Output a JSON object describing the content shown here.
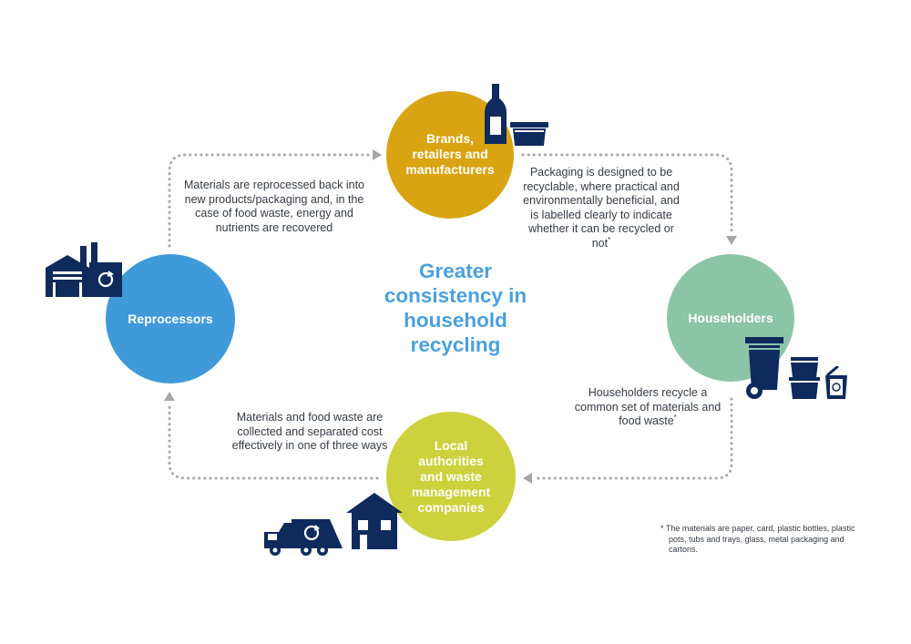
{
  "title": "Greater consistency in household recycling",
  "nodes": {
    "brands": "Brands, retailers and manufacturers",
    "householders": "Householders",
    "local": "Local authorities and waste management companies",
    "reprocessors": "Reprocessors"
  },
  "descriptions": {
    "reprocess": "Materials are reprocessed back into new products/packaging and, in the case of food waste, energy and nutrients are recovered",
    "packaging": "Packaging is designed to be recyclable, where practical and environmentally beneficial, and is labelled clearly to indicate whether it can be recycled or not",
    "householders": "Householders recycle a common set of materials and food waste",
    "collection": "Materials and food waste are collected and separated cost effectively in one of three ways"
  },
  "asterisk": "*",
  "footnote": "* The materials are paper, card, plastic bottles, plastic pots, tubs and trays, glass, metal packaging and cartons.",
  "colors": {
    "brands": "#d9a411",
    "householders": "#8cc4a7",
    "local": "#cdd13c",
    "reprocessors": "#409ad9",
    "title": "#4aa0dc",
    "icons": "#0f2a5c",
    "arrows": "#a6a6a6"
  },
  "icons": [
    "bottle-icon",
    "tub-icon",
    "wheelie-bin-icon",
    "food-caddy-icon",
    "recycling-box-icon",
    "house-icon",
    "collection-truck-icon",
    "factory-icon"
  ]
}
